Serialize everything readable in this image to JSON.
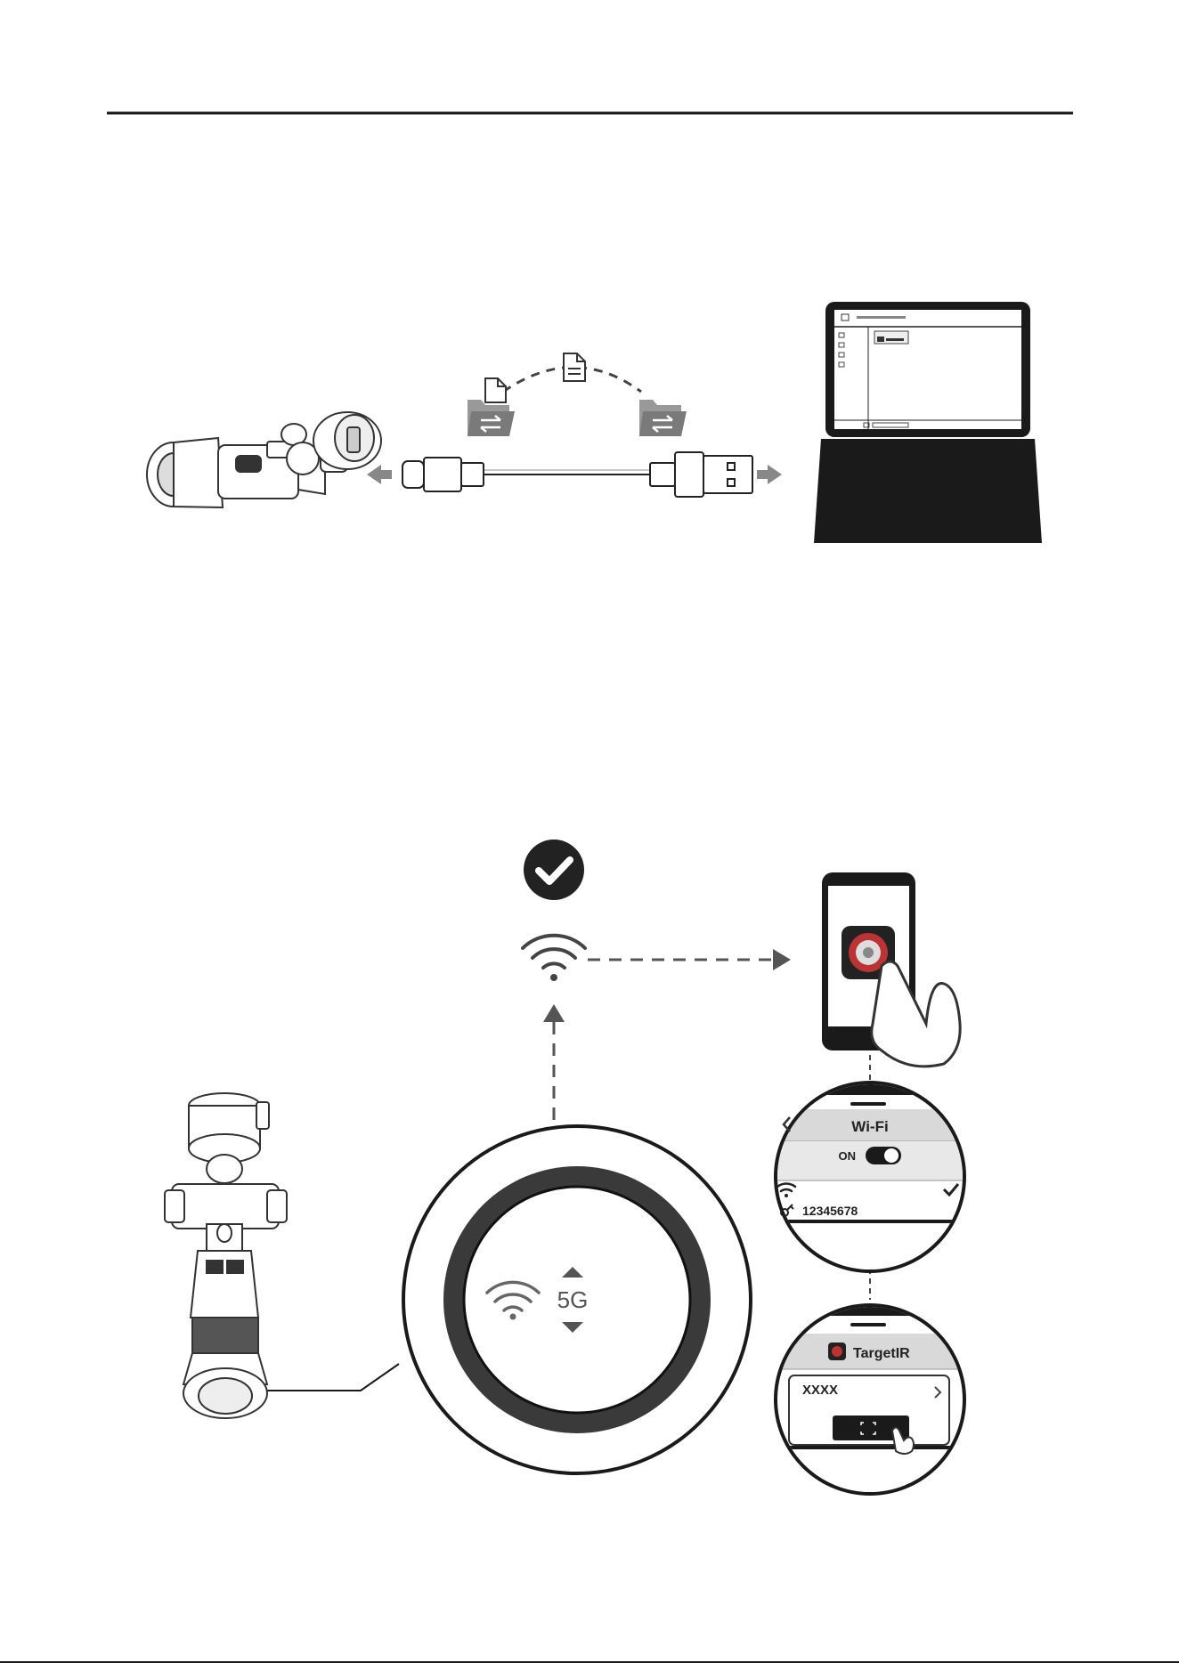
{
  "phone_wifi_screen": {
    "title": "Wi-Fi",
    "toggle_label": "ON",
    "password": "12345678"
  },
  "phone_app_screen": {
    "app_name": "TargetIR",
    "device_name": "XXXX"
  },
  "wifi_indicator": {
    "band_label": "5G"
  },
  "colors": {
    "line": "#1a1a1a",
    "arrow_gray": "#777777",
    "check_dark": "#222222",
    "ring_dark": "#3a3a3a"
  }
}
